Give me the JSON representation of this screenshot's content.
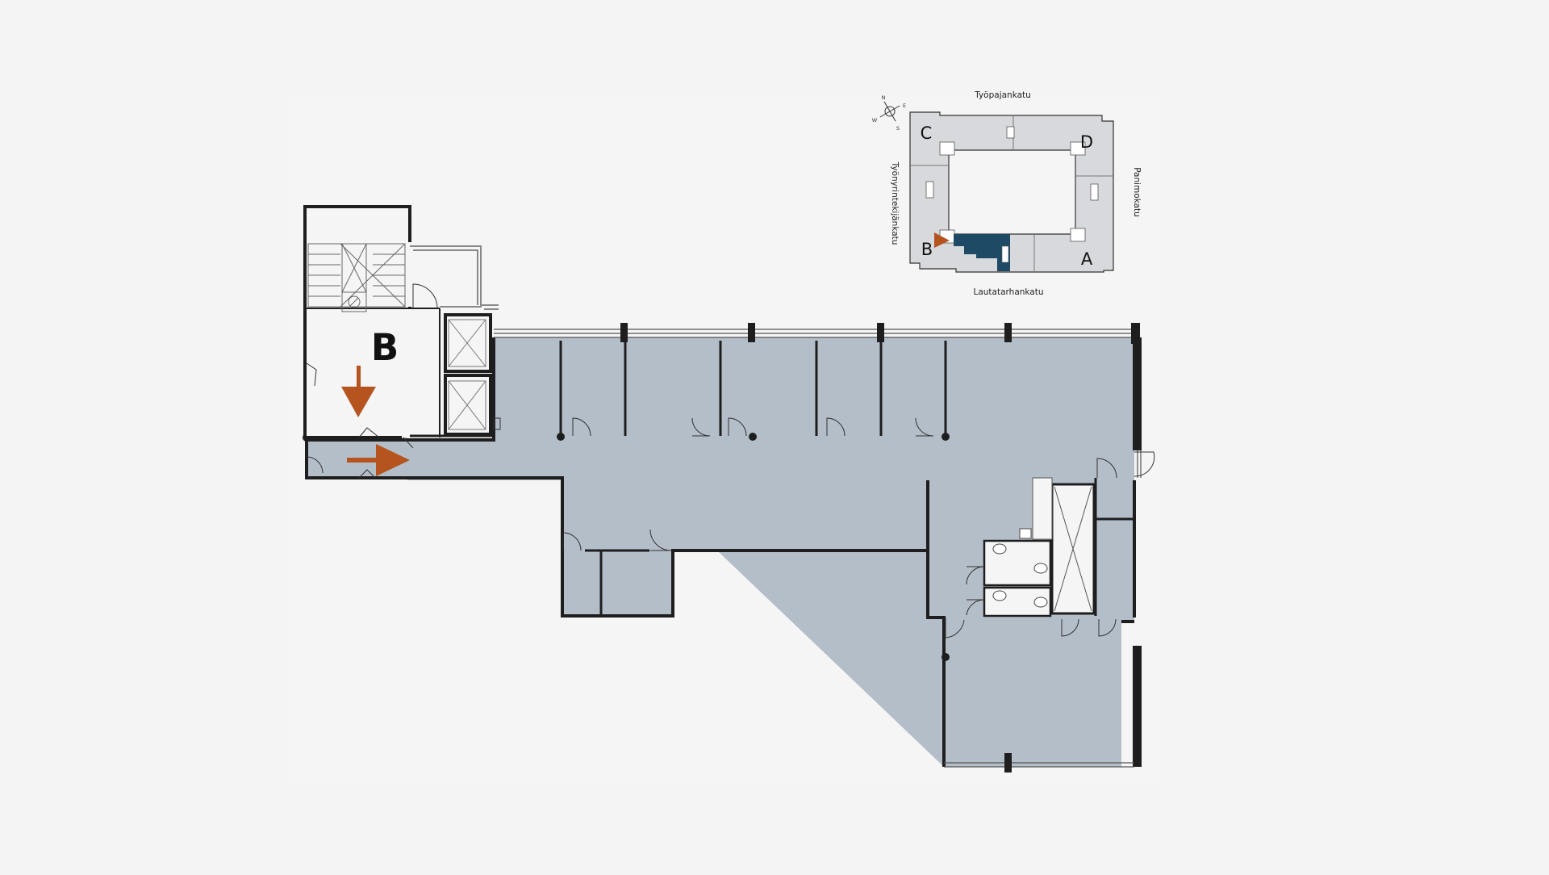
{
  "colors": {
    "background": "#f4f4f4",
    "sheet": "#f5f5f5",
    "space_fill": "#b4bec9",
    "wall": "#1e1e1e",
    "arrow": "#b5541f",
    "highlight": "#1f4a66",
    "keymap_fill": "#d7d9dc"
  },
  "floorplan": {
    "entrance_label": "B"
  },
  "keymap": {
    "streets": {
      "north": "Työpajankatu",
      "south": "Lautatarhankatu",
      "east": "Panimokatu",
      "west": "Työnyrintekijänkatu"
    },
    "entrances": {
      "a": "A",
      "b": "B",
      "c": "C",
      "d": "D"
    },
    "compass": {
      "n": "N",
      "e": "E",
      "s": "S",
      "w": "W"
    }
  }
}
